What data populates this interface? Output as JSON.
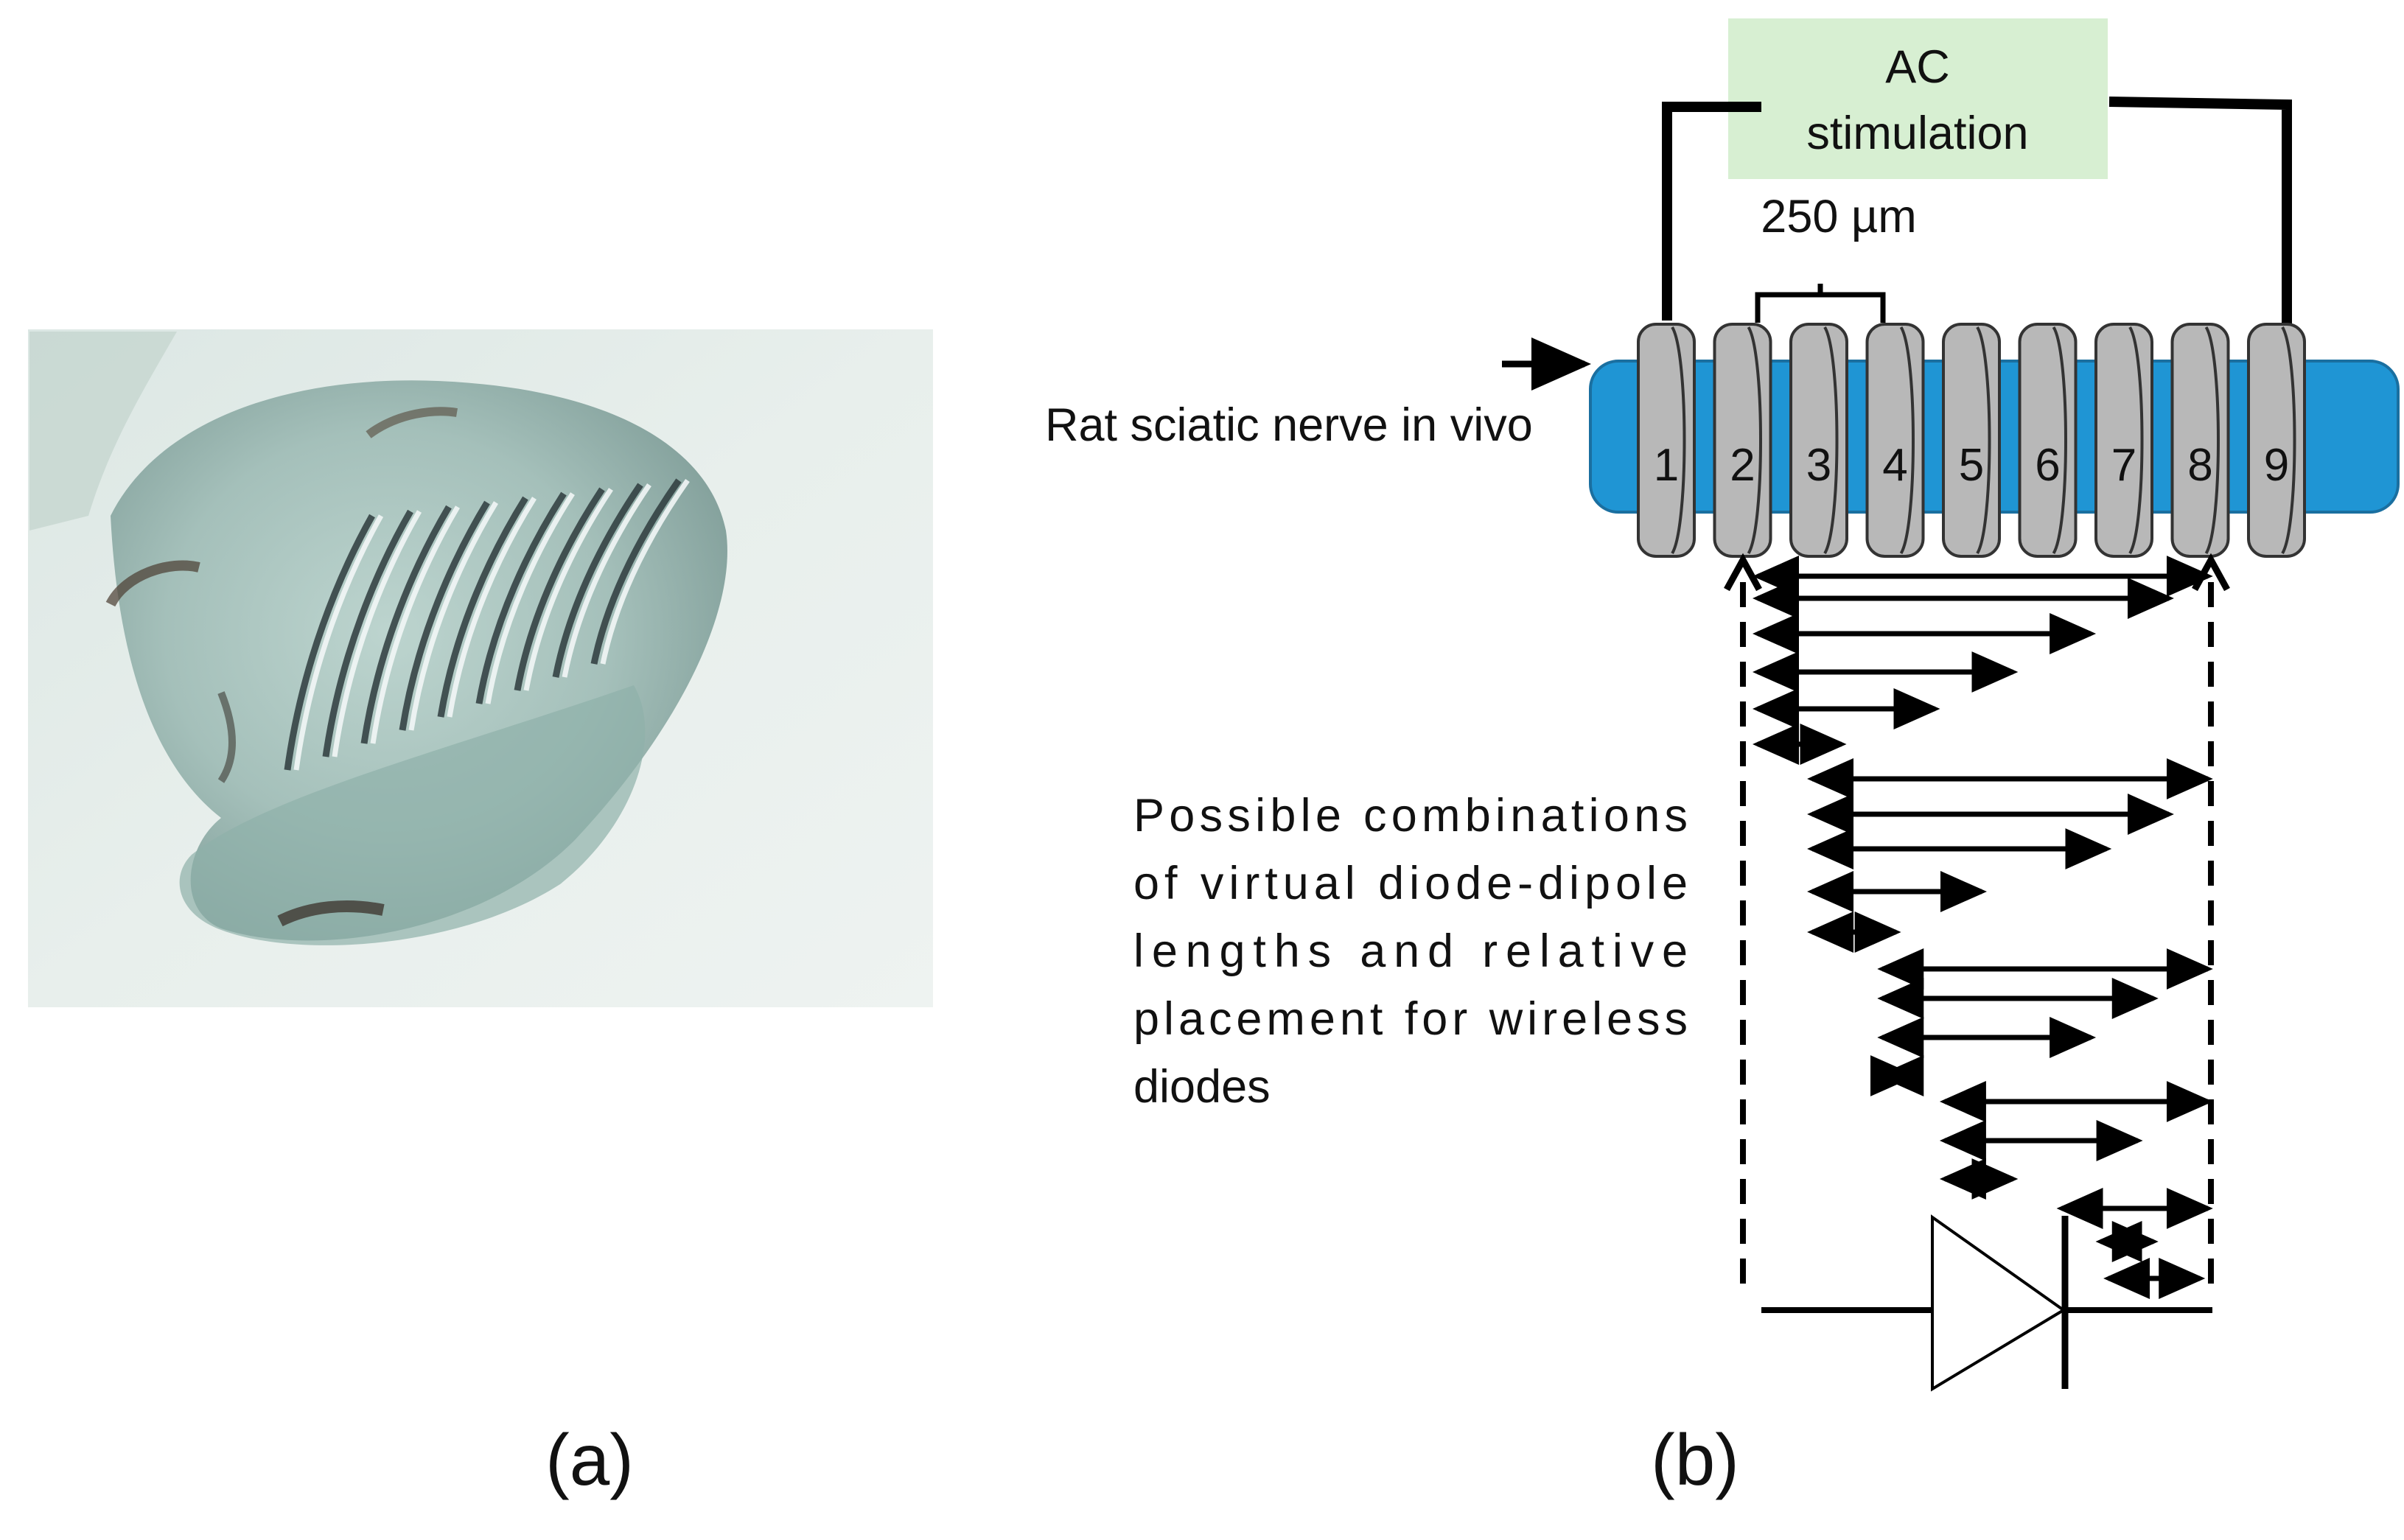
{
  "panel_a": {
    "caption": "(a)"
  },
  "panel_b": {
    "caption": "(b)",
    "stimulation_box": {
      "line1": "AC",
      "line2": "stimulation",
      "fill": "#d7efd2"
    },
    "spacing_label": "250 µm",
    "nerve_label": "Rat sciatic nerve in vivo",
    "nerve_color": "#1f95d4",
    "electrode_color": "#b8b8b8",
    "electrodes": [
      "1",
      "2",
      "3",
      "4",
      "5",
      "6",
      "7",
      "8",
      "9"
    ],
    "description": [
      "Possible combinations",
      "of virtual diode-dipole",
      "lengths and relative",
      "placement for wireless",
      "diodes"
    ]
  }
}
